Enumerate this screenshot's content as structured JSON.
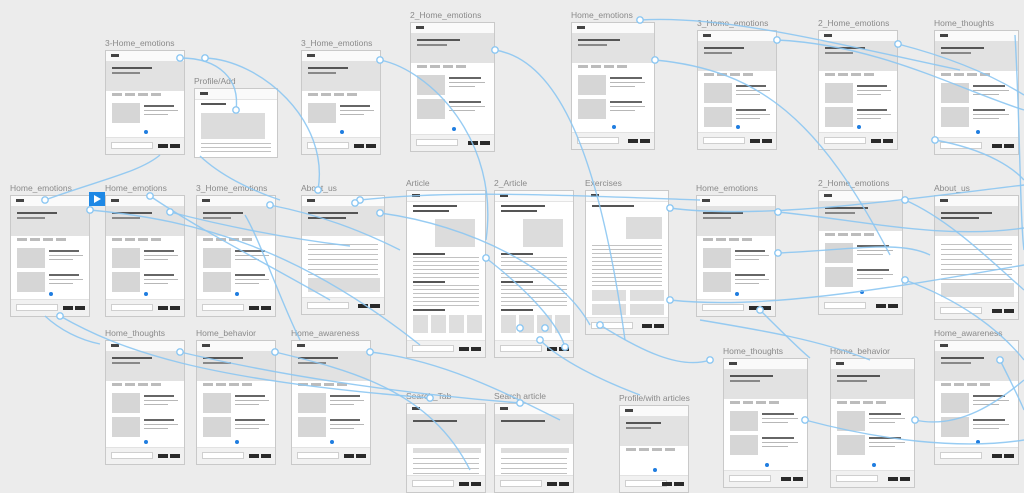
{
  "app": "Prototype canvas",
  "colors": {
    "canvas": "#ececec",
    "wire": "#8cc7f2",
    "accent": "#1e88e5",
    "frame": "#ffffff"
  },
  "start_icon": "play-icon",
  "frames": [
    {
      "id": "f01",
      "title": "3-Home_emotions",
      "kind": "home"
    },
    {
      "id": "f02",
      "title": "Profile/Add",
      "kind": "profile"
    },
    {
      "id": "f03",
      "title": "3_Home_emotions",
      "kind": "home"
    },
    {
      "id": "f04",
      "title": "2_Home_emotions",
      "kind": "home"
    },
    {
      "id": "f05",
      "title": "Home_emotions",
      "kind": "home"
    },
    {
      "id": "f06",
      "title": "3_Home_emotions",
      "kind": "home"
    },
    {
      "id": "f07",
      "title": "2_Home_emotions",
      "kind": "home"
    },
    {
      "id": "f08",
      "title": "Home_thoughts",
      "kind": "home"
    },
    {
      "id": "f09",
      "title": "Home_emotions",
      "kind": "home"
    },
    {
      "id": "f10",
      "title": "Home_emotions",
      "kind": "home"
    },
    {
      "id": "f11",
      "title": "3_Home_emotions",
      "kind": "home"
    },
    {
      "id": "f12",
      "title": "About_us",
      "kind": "about"
    },
    {
      "id": "f13",
      "title": "Article",
      "kind": "article"
    },
    {
      "id": "f14",
      "title": "2_Article",
      "kind": "article"
    },
    {
      "id": "f15",
      "title": "Exercises",
      "kind": "exercises"
    },
    {
      "id": "f16",
      "title": "Home_emotions",
      "kind": "home"
    },
    {
      "id": "f17",
      "title": "2_Home_emotions",
      "kind": "home"
    },
    {
      "id": "f18",
      "title": "About_us",
      "kind": "about"
    },
    {
      "id": "f19",
      "title": "Home_thoughts",
      "kind": "home"
    },
    {
      "id": "f20",
      "title": "Home_behavior",
      "kind": "home"
    },
    {
      "id": "f21",
      "title": "Home_awareness",
      "kind": "home"
    },
    {
      "id": "f22",
      "title": "Search_Tab",
      "kind": "search"
    },
    {
      "id": "f23",
      "title": "Search article",
      "kind": "search"
    },
    {
      "id": "f24",
      "title": "Profile/with articles",
      "kind": "home"
    },
    {
      "id": "f25",
      "title": "Home_thoughts",
      "kind": "home"
    },
    {
      "id": "f26",
      "title": "Home_behavior",
      "kind": "home"
    },
    {
      "id": "f27",
      "title": "Home_awareness",
      "kind": "home"
    }
  ]
}
